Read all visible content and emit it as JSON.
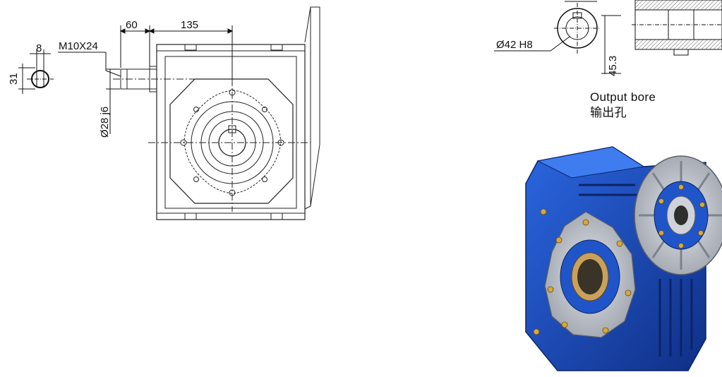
{
  "dimensions": {
    "key_width": "8",
    "key_height": "31",
    "thread": "M10X24",
    "shaft_offset": "60",
    "center_distance": "135",
    "shaft_diameter": "Ø28 j6",
    "bore_diameter": "Ø42 H8",
    "bore_depth": "45.3"
  },
  "caption": {
    "en": "Output bore",
    "zh": "输出孔"
  },
  "photo": {
    "subject": "blue worm gear reducer",
    "colors": {
      "housing": "#1f55c8",
      "housing_dark": "#0f2f86",
      "flange": "#c9ccd2",
      "bore": "#3a3328"
    }
  }
}
